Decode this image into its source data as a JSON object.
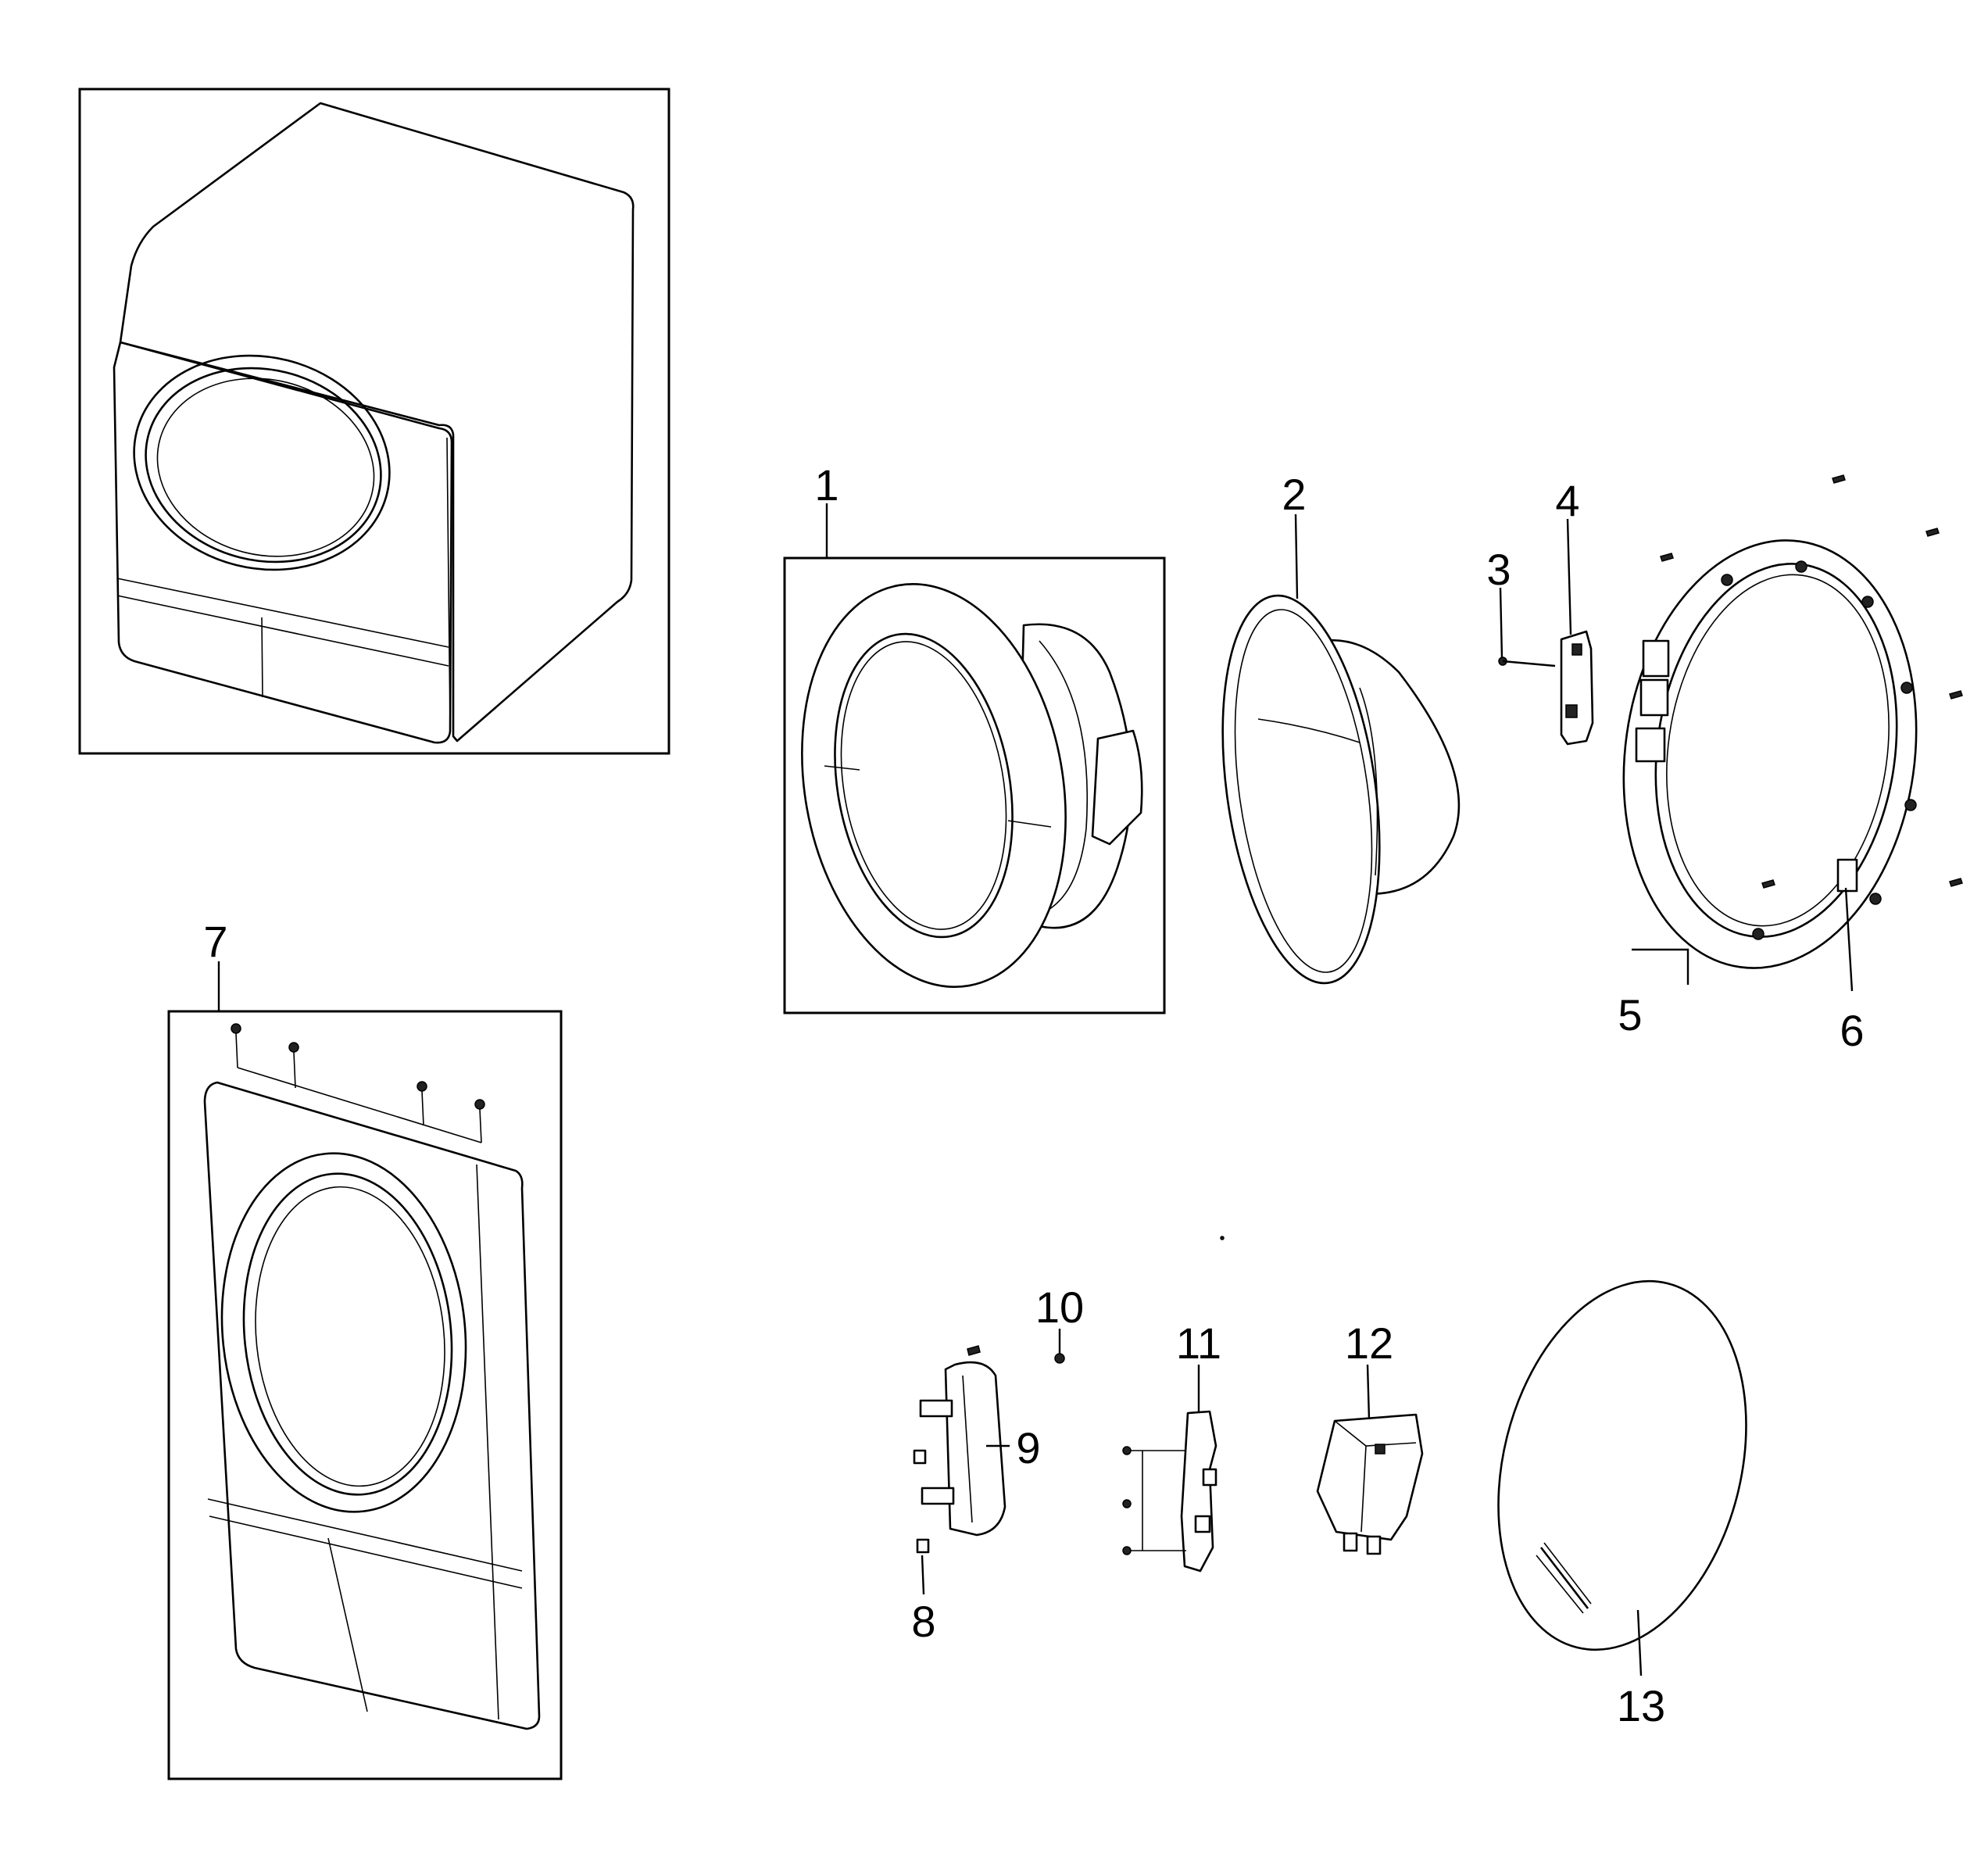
{
  "callouts": [
    {
      "id": "1",
      "text": "1"
    },
    {
      "id": "2",
      "text": "2"
    },
    {
      "id": "3",
      "text": "3"
    },
    {
      "id": "4",
      "text": "4"
    },
    {
      "id": "5",
      "text": "5"
    },
    {
      "id": "6",
      "text": "6"
    },
    {
      "id": "7",
      "text": "7"
    },
    {
      "id": "8",
      "text": "8"
    },
    {
      "id": "9",
      "text": "9"
    },
    {
      "id": "10",
      "text": "10"
    },
    {
      "id": "11",
      "text": "11"
    },
    {
      "id": "12",
      "text": "12"
    },
    {
      "id": "13",
      "text": "13"
    }
  ]
}
